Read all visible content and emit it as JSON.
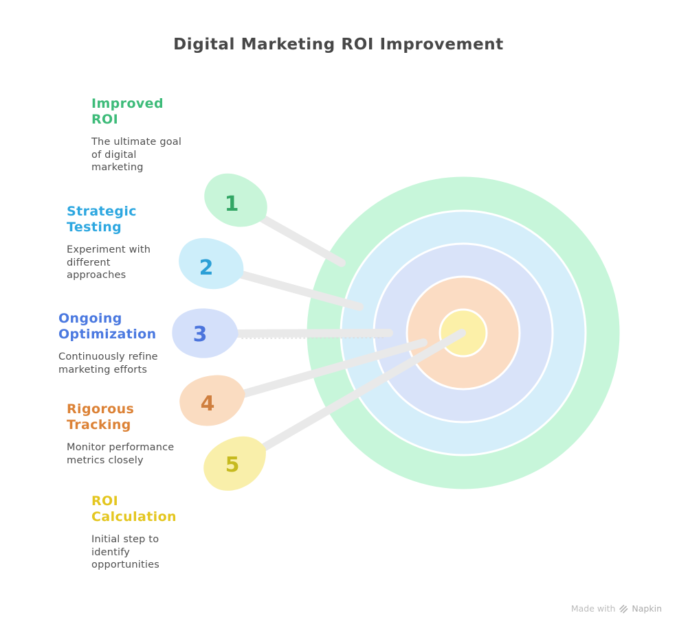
{
  "title": "Digital Marketing ROI Improvement",
  "colors": {
    "title": "#474747",
    "description": "#4e4e4e",
    "connector_line": "#e9e9e9",
    "connector_dots": "#dcdcdc",
    "ring_stroke": "#ffffff",
    "background": "#ffffff",
    "footer_text": "#bcbcbc",
    "footer_brand": "#ababab"
  },
  "steps": [
    {
      "number": "1",
      "label": "Improved ROI",
      "description": "The ultimate goal of digital marketing",
      "label_color": "#3dbb79",
      "number_color": "#33a665",
      "blob_color": "#c8f5d9"
    },
    {
      "number": "2",
      "label": "Strategic Testing",
      "description": "Experiment with different approaches",
      "label_color": "#2da7e0",
      "number_color": "#2b9fd6",
      "blob_color": "#cdeefa"
    },
    {
      "number": "3",
      "label": "Ongoing Optimization",
      "description": "Continuously refine marketing efforts",
      "label_color": "#4b79e0",
      "number_color": "#4b74dc",
      "blob_color": "#d4e0fa"
    },
    {
      "number": "4",
      "label": "Rigorous Tracking",
      "description": "Monitor performance metrics closely",
      "label_color": "#dc8236",
      "number_color": "#cf7f3f",
      "blob_color": "#fadcc1"
    },
    {
      "number": "5",
      "label": "ROI Calculation",
      "description": "Initial step to identify opportunities",
      "label_color": "#e4c61f",
      "number_color": "#c6ba1f",
      "blob_color": "#f9efaa"
    }
  ],
  "target": {
    "rings": [
      {
        "name": "improved-roi",
        "color": "#c7f6da"
      },
      {
        "name": "strategic-testing",
        "color": "#d5eefa"
      },
      {
        "name": "ongoing-optimization",
        "color": "#d9e3f9"
      },
      {
        "name": "rigorous-tracking",
        "color": "#fbdcc3"
      },
      {
        "name": "roi-calculation",
        "color": "#fcf0a8"
      }
    ]
  },
  "footer": {
    "made_with": "Made with",
    "brand": "Napkin"
  }
}
